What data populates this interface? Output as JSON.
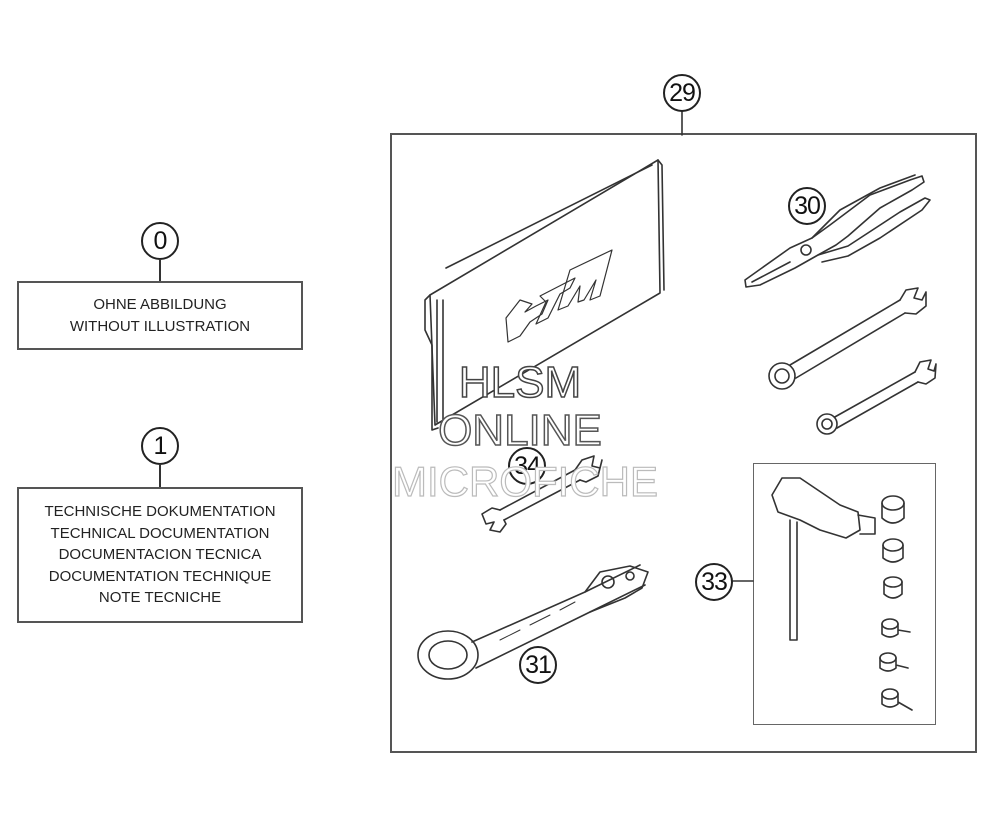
{
  "callouts": {
    "c0": "0",
    "c1": "1",
    "c29": "29",
    "c30": "30",
    "c31": "31",
    "c33": "33",
    "c34": "34"
  },
  "box0": {
    "line1": "OHNE ABBILDUNG",
    "line2": "WITHOUT ILLUSTRATION"
  },
  "box1": {
    "line1": "TECHNISCHE DOKUMENTATION",
    "line2": "TECHNICAL DOCUMENTATION",
    "line3": "DOCUMENTACION TECNICA",
    "line4": "DOCUMENTATION TECHNIQUE",
    "line5": "NOTE TECNICHE"
  },
  "watermark": {
    "line1": "HLSM",
    "line2": "ONLINE",
    "line3": "MICROFICHE"
  },
  "bag_logo": "KTM",
  "colors": {
    "line": "#333333",
    "box_border": "#555555",
    "background": "#ffffff"
  }
}
